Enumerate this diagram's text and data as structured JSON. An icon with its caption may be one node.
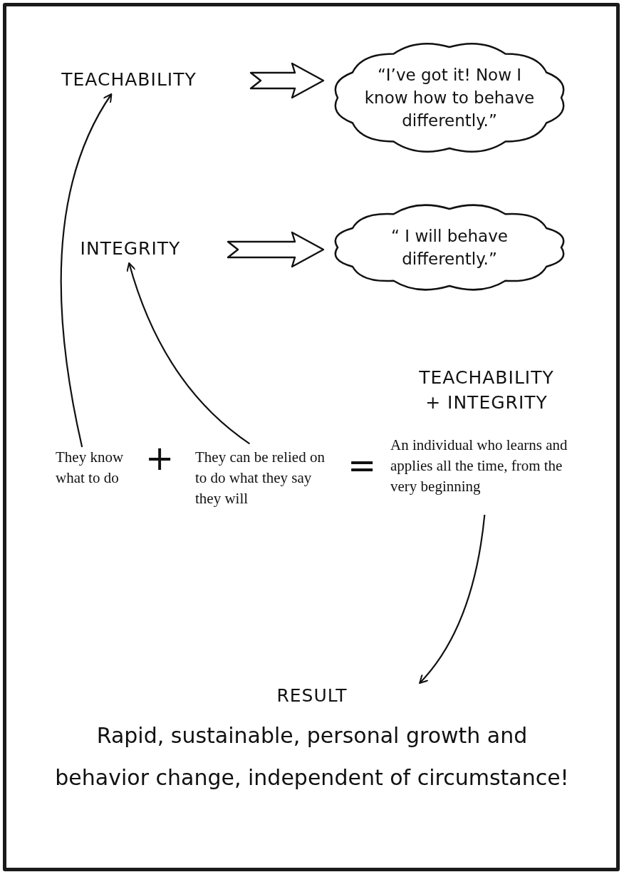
{
  "diagram": {
    "nodes": [
      {
        "text": [
          "TEACHABILITY"
        ]
      },
      {
        "text": [
          "“I’ve got it! Now I know how to behave differently.”"
        ]
      },
      {
        "text": [
          "INTEGRITY"
        ]
      },
      {
        "text": [
          "“ I will behave differently.”"
        ]
      },
      {
        "text": [
          "They know what to do"
        ]
      },
      {
        "text": [
          "They can be relied on to do what they say they will"
        ]
      },
      {
        "text": [
          "TEACHABILITY + INTEGRITY",
          "An individual who learns and applies all the time, from the very beginning"
        ]
      },
      {
        "text": [
          "RESULT",
          "Rapid, sustainable, personal growth and behavior change, independent of circumstance!"
        ]
      }
    ],
    "edges": [
      {
        "from": 0,
        "to": 1,
        "arrow": "to"
      },
      {
        "from": 2,
        "to": 3,
        "arrow": "to"
      },
      {
        "from": 4,
        "to": 0,
        "arrow": "to"
      },
      {
        "from": 5,
        "to": 2,
        "arrow": "to"
      },
      {
        "from": 6,
        "to": 7,
        "arrow": "to"
      }
    ],
    "labels": [
      "+",
      "="
    ]
  }
}
